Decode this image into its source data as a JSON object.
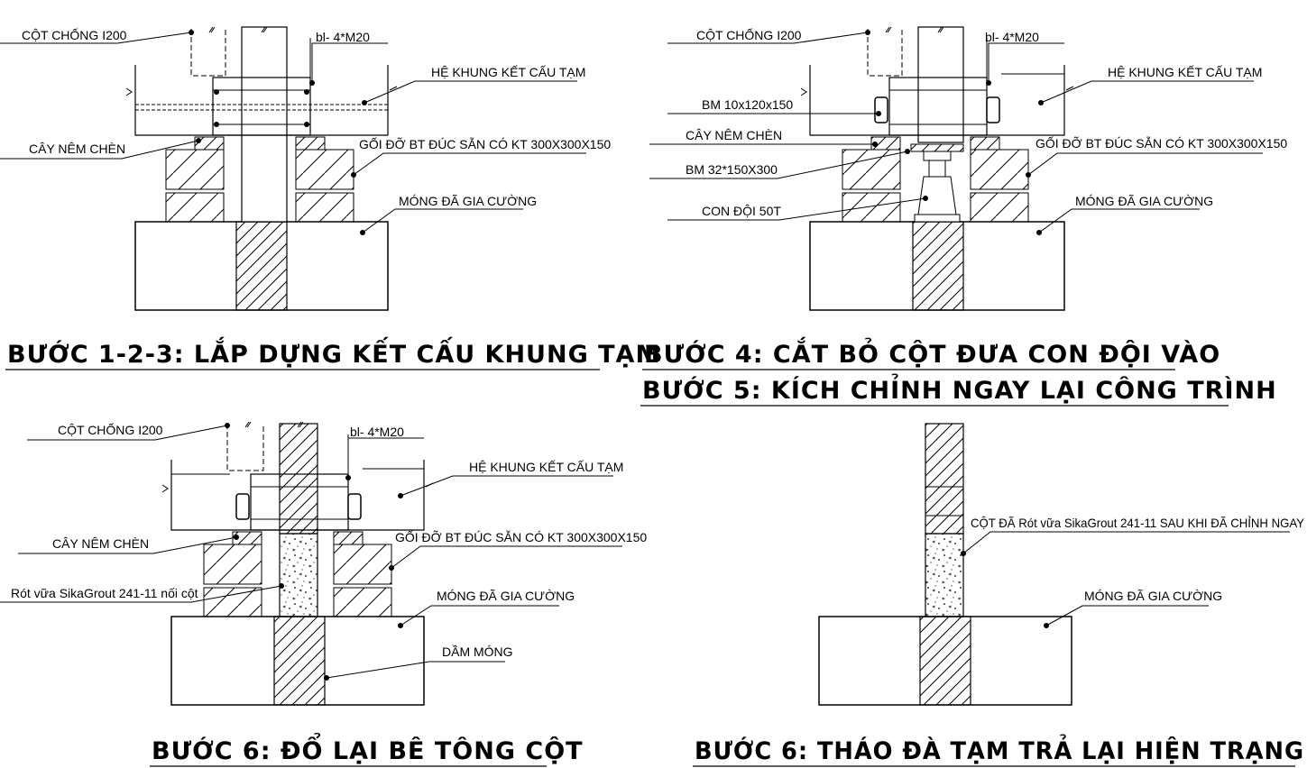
{
  "panels": {
    "p1": {
      "title": "BƯỚC 1-2-3: LẮP DỰNG KẾT CẤU KHUNG TẠM",
      "labels": {
        "cot_chong": "CỘT CHỐNG I200",
        "bolt": "bl- 4*M20",
        "he_khung": "HỆ KHUNG KẾT CẤU TẠM",
        "cay_nem": "CÂY NÊM CHÈN",
        "goi_do": "GỐI ĐỠ  BT ĐÚC SẴN CÓ KT 300X300X150",
        "mong": "MÓNG ĐÃ GIA CƯỜNG"
      }
    },
    "p2": {
      "title_a": "BƯỚC 4: CẮT BỎ CỘT ĐƯA CON ĐỘI VÀO",
      "title_b": "BƯỚC 5: KÍCH CHỈNH NGAY LẠI CÔNG TRÌNH",
      "labels": {
        "cot_chong": "CỘT CHỐNG I200",
        "bolt": "bl- 4*M20",
        "he_khung": "HỆ KHUNG KẾT CẤU TẠM",
        "bm1": "BM 10x120x150",
        "cay_nem": "CÂY NÊM CHÈN",
        "goi_do": "GỐI ĐỠ  BT ĐÚC SẴN CÓ KT 300X300X150",
        "bm2": "BM 32*150X300",
        "mong": "MÓNG ĐÃ GIA CƯỜNG",
        "con_doi": "CON ĐỘI 50T"
      }
    },
    "p3": {
      "title": "BƯỚC 6: ĐỔ LẠI BÊ TÔNG CỘT",
      "labels": {
        "cot_chong": "CỘT CHỐNG I200",
        "bolt": "bl- 4*M20",
        "he_khung": "HỆ KHUNG KẾT CẤU TẠM",
        "cay_nem": "CÂY NÊM CHÈN",
        "goi_do": "GỐI ĐỠ  BT ĐÚC SẴN CÓ KT 300X300X150",
        "grout": "Rót vữa SikaGrout 241-11 nối cột",
        "mong": "MÓNG ĐÃ GIA CƯỜNG",
        "dam_mong": "DẦM MÓNG"
      }
    },
    "p4": {
      "title": "BƯỚC 6: THÁO ĐÀ TẠM TRẢ LẠI HIỆN TRẠNG",
      "labels": {
        "cot_da": "CỘT ĐÃ Rót vữa SikaGrout 241-11 SAU KHI ĐÃ CHỈNH NGAY",
        "mong": "MÓNG ĐÃ GIA CƯỜNG"
      }
    }
  }
}
